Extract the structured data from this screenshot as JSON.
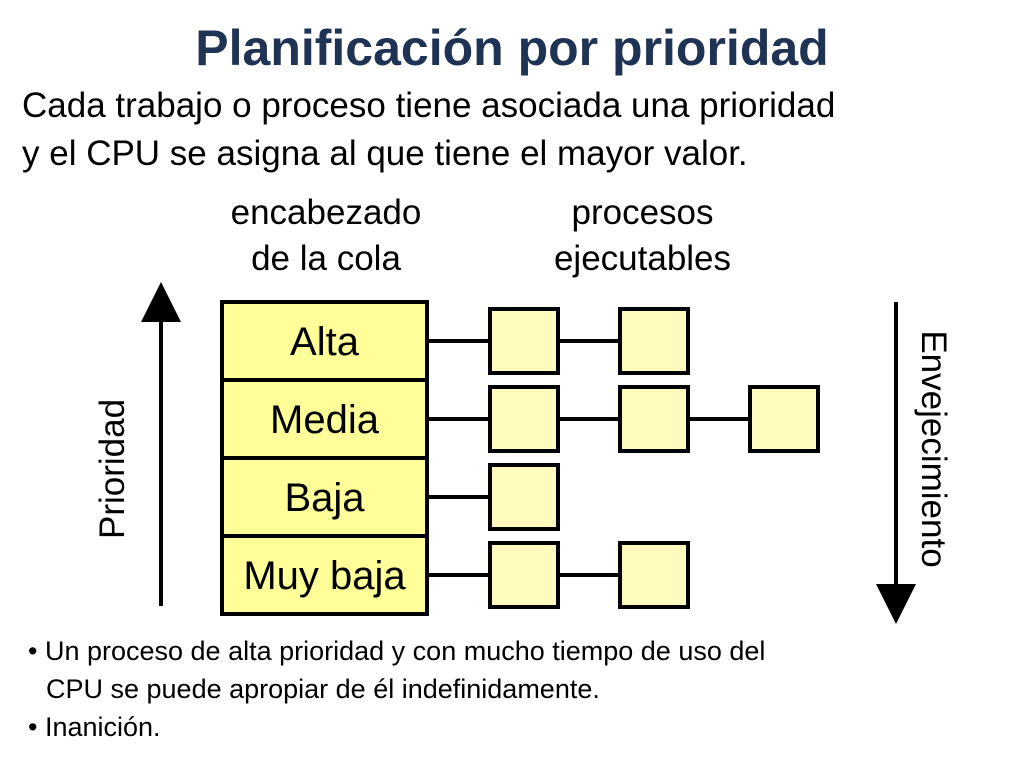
{
  "title": "Planificación por prioridad",
  "intro": {
    "line1": "Cada trabajo o proceso tiene asociada una prioridad",
    "line2": "y el CPU se asigna al que tiene el mayor valor."
  },
  "column_labels": {
    "head": [
      "encabezado",
      "de la cola"
    ],
    "processes": [
      "procesos",
      "ejecutables"
    ]
  },
  "axis_labels": {
    "left": "Prioridad",
    "right": "Envejecimiento"
  },
  "queues": [
    {
      "label": "Alta",
      "process_count": 2
    },
    {
      "label": "Media",
      "process_count": 3
    },
    {
      "label": "Baja",
      "process_count": 1
    },
    {
      "label": "Muy baja",
      "process_count": 2
    }
  ],
  "colors": {
    "title": "#1f3454",
    "box_fill": "#ffff99",
    "process_fill": "#fffbbf",
    "stroke": "#000000"
  },
  "bullets": [
    {
      "marker": "•",
      "lines": [
        "Un proceso de alta prioridad y con mucho tiempo de uso del",
        "CPU se puede apropiar de él indefinidamente."
      ]
    },
    {
      "marker": "•",
      "lines": [
        "Inanición."
      ]
    }
  ]
}
